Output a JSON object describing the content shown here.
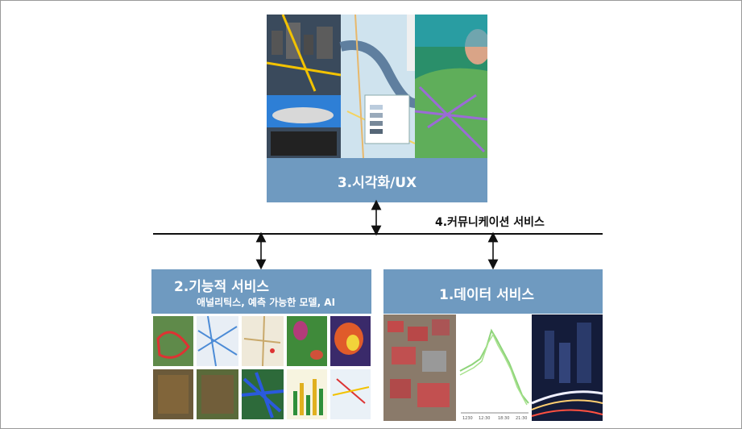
{
  "boxes": {
    "visualization": {
      "title": "3.시각화/UX"
    },
    "functional": {
      "title": "2.기능적 서비스",
      "subtitle": "애널리틱스, 예측 가능한 모델, AI"
    },
    "data": {
      "title": "1.데이터 서비스"
    }
  },
  "bus": {
    "label": "4.커뮤니케이션 서비스"
  },
  "chart_inset": {
    "ticks": [
      "1230",
      "12:30",
      "18:30",
      "21:30"
    ]
  },
  "colors": {
    "box_fill": "#6f9ac0",
    "bus_line": "#111111",
    "frame": "#9a9a9a"
  }
}
